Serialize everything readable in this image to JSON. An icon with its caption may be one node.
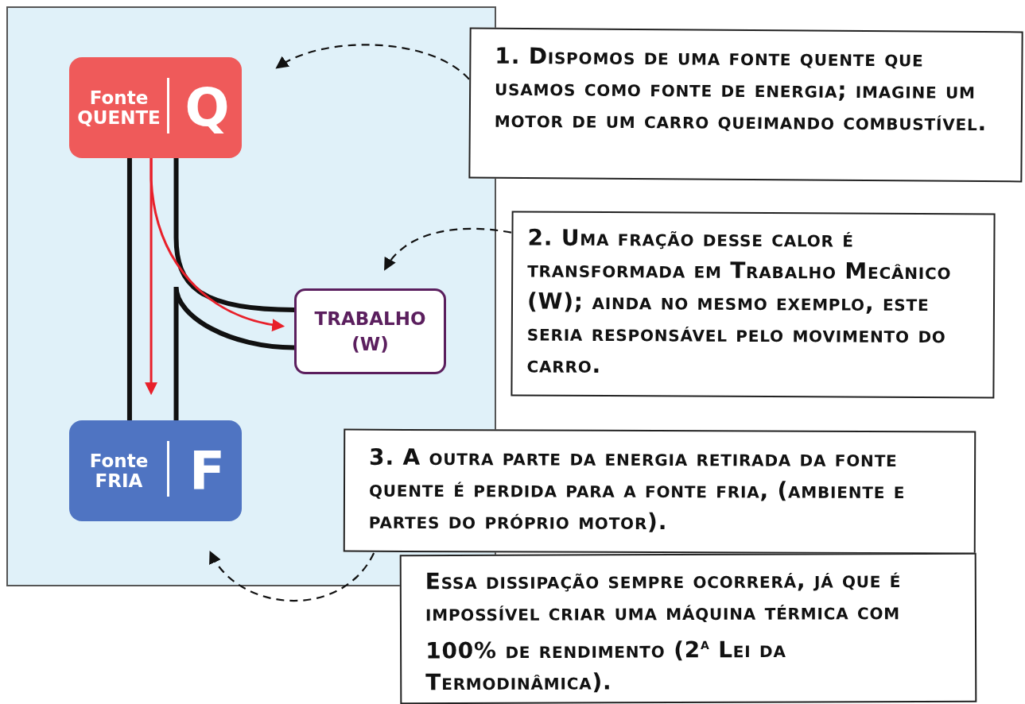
{
  "diagram": {
    "nodes": [
      {
        "text": [
          "Fonte QUENTE",
          "Q"
        ]
      },
      {
        "text": [
          "TRABALHO (W)"
        ]
      },
      {
        "text": [
          "Fonte FRIA",
          "F"
        ]
      },
      {
        "text": [
          "**1.** Dispomos de uma fonte quente que usamos como fonte de energia; imagine um motor de um carro queimando combustível."
        ]
      },
      {
        "text": [
          "**2.** Uma fração desse calor é transformada em Trabalho Mecânico (W); ainda no mesmo exemplo, este seria responsável pelo movimento do carro."
        ]
      },
      {
        "text": [
          "**3.** A outra parte da energia retirada da fonte quente é perdida para a fonte fria, (ambiente e partes do próprio motor)."
        ]
      },
      {
        "text": [
          "Essa dissipação sempre ocorrerá, já que é impossível criar uma máquina térmica com 100% de rendimento (2$^{a}$ Lei da Termodinâmica)."
        ]
      }
    ],
    "edges": [
      {
        "from": 0,
        "to": 2,
        "arrow": "none",
        "style": "thick"
      },
      {
        "from": 0,
        "to": 1,
        "arrow": "none",
        "style": "thick"
      },
      {
        "from": 1,
        "to": 2,
        "arrow": "none",
        "style": "thick"
      },
      {
        "from": 0,
        "to": 2,
        "arrow": "to",
        "color": "#e8202a"
      },
      {
        "from": 0,
        "to": 1,
        "arrow": "to",
        "color": "#e8202a"
      },
      {
        "from": 3,
        "to": 0,
        "arrow": "to",
        "style": "dashed"
      },
      {
        "from": 4,
        "to": 1,
        "arrow": "to",
        "style": "dashed"
      },
      {
        "from": 5,
        "to": 2,
        "arrow": "to",
        "style": "dashed"
      }
    ]
  }
}
